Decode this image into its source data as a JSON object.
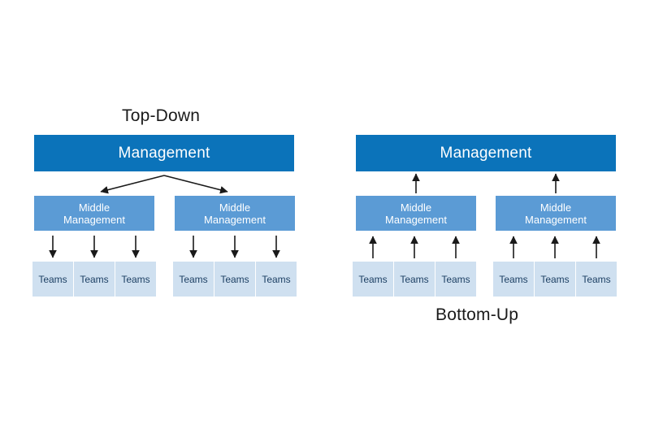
{
  "diagram": {
    "title_left": "Top-Down",
    "title_right": "Bottom-Up",
    "colors": {
      "management_box": "#0b73ba",
      "middle_box": "#5b9bd5",
      "team_box": "#cfe0f0",
      "arrow": "#1a1a1a",
      "background": "#ffffff",
      "title_text": "#1a1a1a"
    },
    "labels": {
      "management": "Management",
      "middle_line1": "Middle",
      "middle_line2": "Management",
      "teams": "Teams"
    },
    "left_chart": {
      "name": "Top-Down",
      "direction": "downward",
      "management": "Management",
      "middle": [
        {
          "line1": "Middle",
          "line2": "Management"
        },
        {
          "line1": "Middle",
          "line2": "Management"
        }
      ],
      "teams": [
        [
          "Teams",
          "Teams",
          "Teams"
        ],
        [
          "Teams",
          "Teams",
          "Teams"
        ]
      ]
    },
    "right_chart": {
      "name": "Bottom-Up",
      "direction": "upward",
      "management": "Management",
      "middle": [
        {
          "line1": "Middle",
          "line2": "Management"
        },
        {
          "line1": "Middle",
          "line2": "Management"
        }
      ],
      "teams": [
        [
          "Teams",
          "Teams",
          "Teams"
        ],
        [
          "Teams",
          "Teams",
          "Teams"
        ]
      ]
    }
  }
}
